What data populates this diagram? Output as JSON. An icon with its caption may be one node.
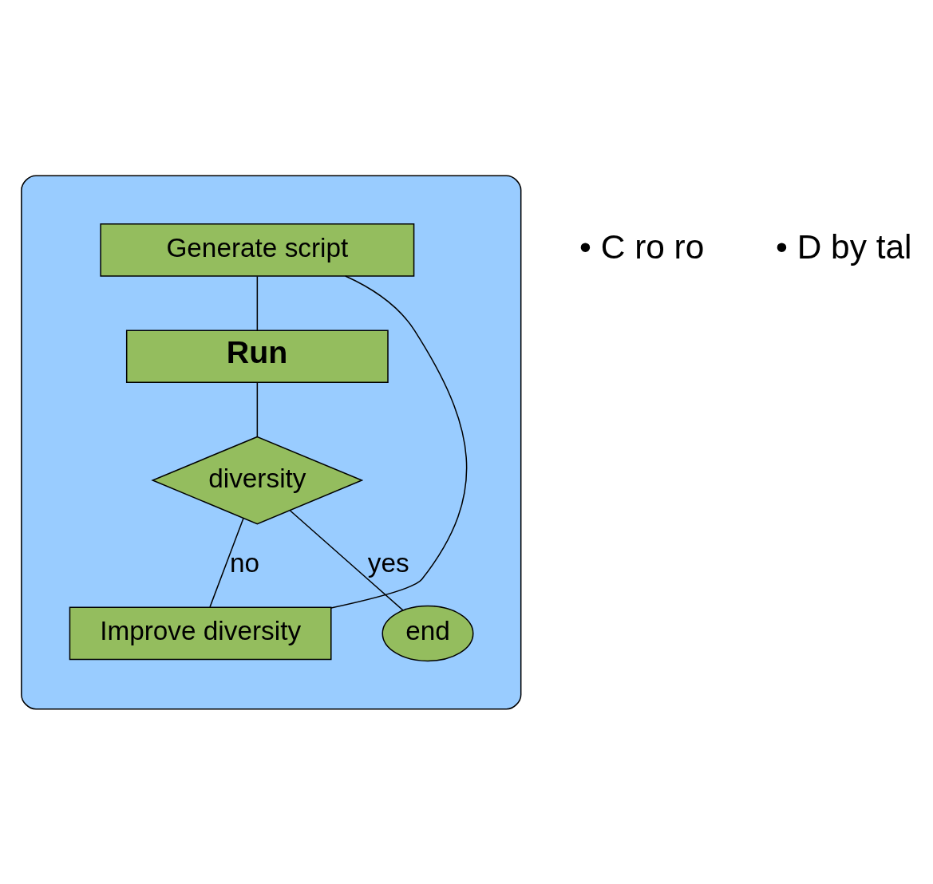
{
  "diagram": {
    "nodes": [
      {
        "text": [],
        "shape": "bubble"
      },
      {
        "text": [
          "Generate script"
        ],
        "in": 0
      },
      {
        "text": [
          "Run"
        ],
        "in": 0
      },
      {
        "text": [
          "diversity"
        ],
        "in": 0
      },
      {
        "text": [
          "Improve diversity"
        ],
        "in": 0
      },
      {
        "text": [
          "end"
        ],
        "in": 0
      }
    ],
    "edges": [
      {
        "from": 1,
        "to": 2,
        "arrow": "none"
      },
      {
        "from": 2,
        "to": 3,
        "arrow": "none"
      },
      {
        "from": 3,
        "to": 4,
        "arrow": "none",
        "label": "no"
      },
      {
        "from": 3,
        "to": 5,
        "arrow": "none",
        "label": "yes"
      },
      {
        "from": 4,
        "to": 1,
        "arrow": "none"
      }
    ],
    "labels": [
      "• C ro ro",
      "• D by tal"
    ]
  }
}
